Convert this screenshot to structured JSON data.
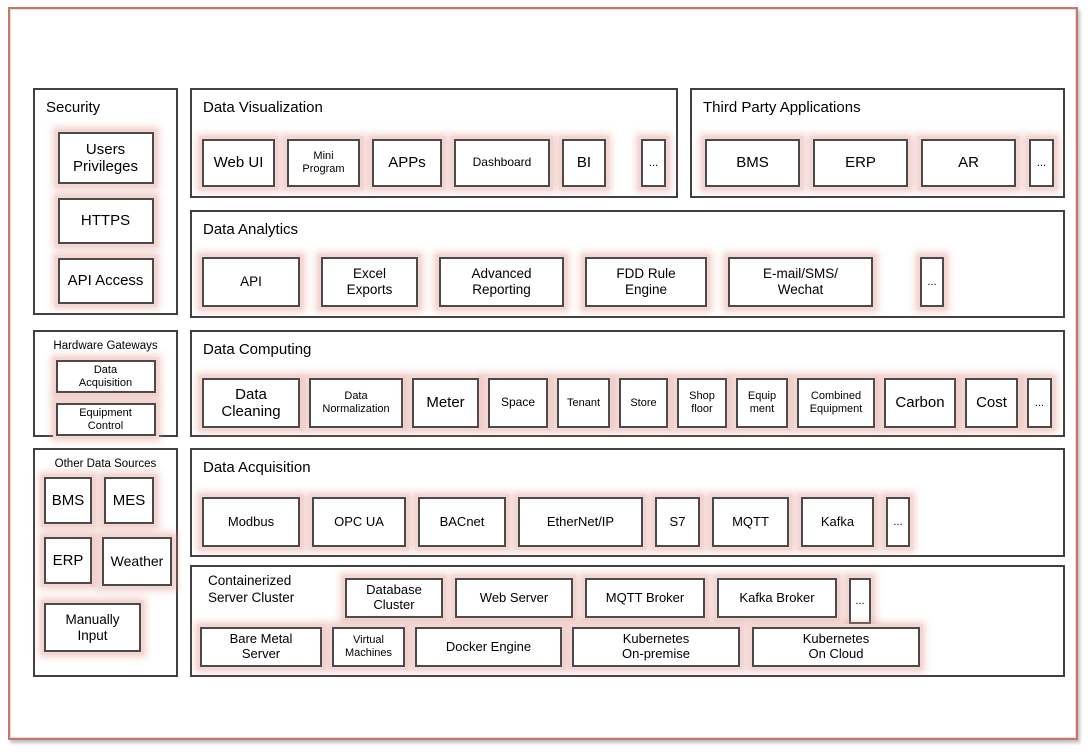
{
  "colors": {
    "frame_border": "#c0796f",
    "section_border": "#404040",
    "box_border": "#4a4a4a",
    "box_glow": "#f0c6c0",
    "text": "#000000"
  },
  "sections": {
    "security": {
      "title": "Security",
      "items": [
        "Users\nPrivileges",
        "HTTPS",
        "API Access"
      ]
    },
    "data_visualization": {
      "title": "Data Visualization",
      "items": [
        "Web UI",
        "Mini\nProgram",
        "APPs",
        "Dashboard",
        "BI",
        "..."
      ]
    },
    "third_party": {
      "title": "Third Party Applications",
      "items": [
        "BMS",
        "ERP",
        "AR",
        "..."
      ]
    },
    "data_analytics": {
      "title": "Data Analytics",
      "items": [
        "API",
        "Excel\nExports",
        "Advanced\nReporting",
        "FDD Rule\nEngine",
        "E-mail/SMS/\nWechat",
        "..."
      ]
    },
    "hardware_gateways": {
      "title": "Hardware Gateways",
      "items": [
        "Data\nAcquisition",
        "Equipment\nControl"
      ]
    },
    "data_computing": {
      "title": "Data Computing",
      "items": [
        "Data\nCleaning",
        "Data\nNormalization",
        "Meter",
        "Space",
        "Tenant",
        "Store",
        "Shop\nfloor",
        "Equip\nment",
        "Combined\nEquipment",
        "Carbon",
        "Cost",
        "..."
      ]
    },
    "other_data_sources": {
      "title": "Other Data Sources",
      "items": [
        "BMS",
        "MES",
        "ERP",
        "Weather",
        "Manually\nInput"
      ]
    },
    "data_acquisition": {
      "title": "Data Acquisition",
      "items": [
        "Modbus",
        "OPC UA",
        "BACnet",
        "EtherNet/IP",
        "S7",
        "MQTT",
        "Kafka",
        "..."
      ]
    },
    "server_cluster": {
      "title": "Containerized\nServer Cluster",
      "row1": [
        "Database\nCluster",
        "Web Server",
        "MQTT Broker",
        "Kafka Broker",
        "..."
      ],
      "row2": [
        "Bare Metal\nServer",
        "Virtual\nMachines",
        "Docker Engine",
        "Kubernetes\nOn-premise",
        "Kubernetes\nOn Cloud"
      ]
    }
  }
}
